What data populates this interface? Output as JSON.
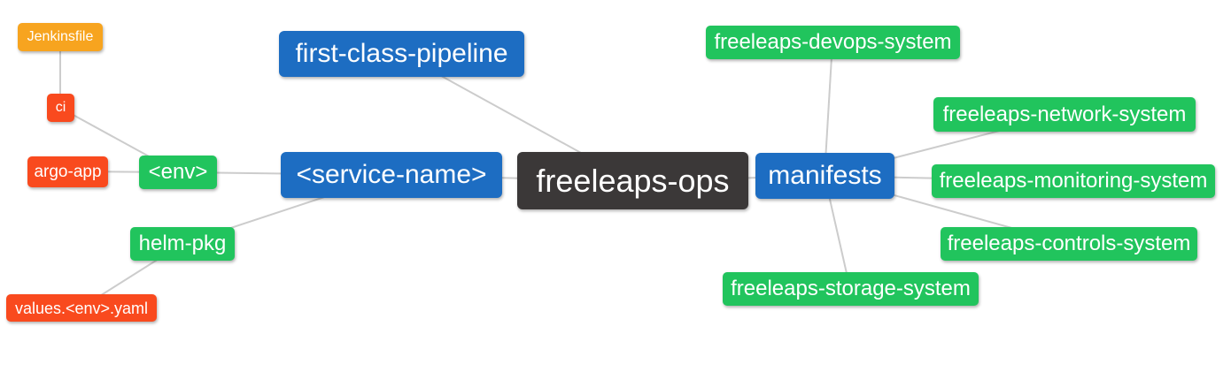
{
  "diagram": {
    "title": "freeleaps-ops mind map",
    "edge_color": "#cccccc",
    "palette": {
      "root_dark": "#3B3838",
      "branch_blue": "#1D6DC2",
      "leaf_green": "#21C45D",
      "leaf_red": "#F94A1E",
      "leaf_orange": "#F7A41F"
    },
    "nodes": {
      "freeleaps_ops": {
        "label": "freeleaps-ops",
        "color": "#3B3838"
      },
      "first_class_pipeline": {
        "label": "first-class-pipeline",
        "color": "#1D6DC2"
      },
      "service_name": {
        "label": "<service-name>",
        "color": "#1D6DC2"
      },
      "manifests": {
        "label": "manifests",
        "color": "#1D6DC2"
      },
      "env": {
        "label": "<env>",
        "color": "#21C45D"
      },
      "helm_pkg": {
        "label": "helm-pkg",
        "color": "#21C45D"
      },
      "ci": {
        "label": "ci",
        "color": "#F94A1E"
      },
      "argo_app": {
        "label": "argo-app",
        "color": "#F94A1E"
      },
      "jenkinsfile": {
        "label": "Jenkinsfile",
        "color": "#F7A41F"
      },
      "values_env_yaml": {
        "label": "values.<env>.yaml",
        "color": "#F94A1E"
      },
      "devops_system": {
        "label": "freeleaps-devops-system",
        "color": "#21C45D"
      },
      "network_system": {
        "label": "freeleaps-network-system",
        "color": "#21C45D"
      },
      "monitoring_system": {
        "label": "freeleaps-monitoring-system",
        "color": "#21C45D"
      },
      "controls_system": {
        "label": "freeleaps-controls-system",
        "color": "#21C45D"
      },
      "storage_system": {
        "label": "freeleaps-storage-system",
        "color": "#21C45D"
      }
    },
    "edges": [
      [
        "freeleaps_ops",
        "first_class_pipeline"
      ],
      [
        "freeleaps_ops",
        "service_name"
      ],
      [
        "freeleaps_ops",
        "manifests"
      ],
      [
        "service_name",
        "env"
      ],
      [
        "service_name",
        "helm_pkg"
      ],
      [
        "env",
        "ci"
      ],
      [
        "env",
        "argo_app"
      ],
      [
        "ci",
        "jenkinsfile"
      ],
      [
        "helm_pkg",
        "values_env_yaml"
      ],
      [
        "manifests",
        "devops_system"
      ],
      [
        "manifests",
        "network_system"
      ],
      [
        "manifests",
        "monitoring_system"
      ],
      [
        "manifests",
        "controls_system"
      ],
      [
        "manifests",
        "storage_system"
      ]
    ]
  }
}
